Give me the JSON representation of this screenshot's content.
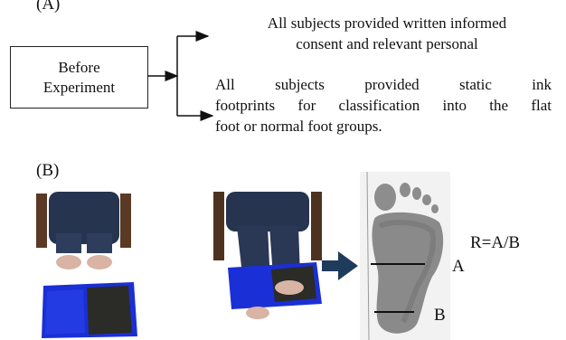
{
  "panel_a": {
    "label": "(A)",
    "box_lines": [
      "Before",
      "Experiment"
    ],
    "text1_lines": [
      "All subjects provided written informed",
      "consent and relevant personal"
    ],
    "text2_lines": [
      "All subjects provided static ink",
      "footprints for classification into the flat",
      "foot or normal foot groups."
    ]
  },
  "panel_b": {
    "label": "(B)",
    "photo1": "photo-seated-feet-above-mat",
    "photo2": "photo-standing-on-ink-mat",
    "footprint": "footprint-ink-image",
    "label_a": "A",
    "label_b": "B",
    "formula": "R=A/B"
  },
  "colors": {
    "arrow": "#1f3b5c",
    "jeans": "#26344f",
    "mat_blue": "#1b2fd6"
  }
}
